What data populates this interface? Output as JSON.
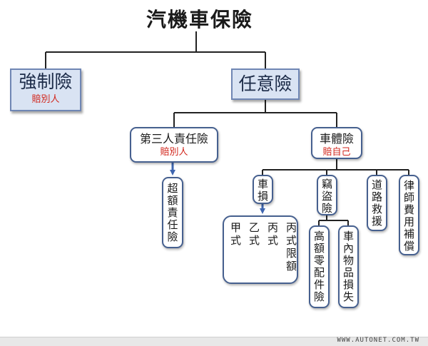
{
  "title": "汽機車保險",
  "compulsory": {
    "label": "強制險",
    "sub": "賠別人"
  },
  "voluntary": {
    "label": "任意險"
  },
  "third_party": {
    "label": "第三人責任險",
    "sub": "賠別人"
  },
  "excess": {
    "label": "超額責任險"
  },
  "body_ins": {
    "label": "車體險",
    "sub": "賠自己"
  },
  "damage": {
    "label": "車損"
  },
  "damage_types": [
    "甲式",
    "乙式",
    "丙式",
    "丙式限額"
  ],
  "theft": {
    "label": "竊盜險"
  },
  "theft_high": {
    "label": "高額零配件險"
  },
  "theft_items": {
    "label": "車內物品損失"
  },
  "roadside": {
    "label": "道路救援"
  },
  "legal": {
    "label": "律師費用補償"
  },
  "footer": "WWW.AUTONET.COM.TW",
  "colors": {
    "top_fill": "#d9e3f3",
    "top_border": "#6f86b4",
    "box_border": "#46608f",
    "red_text": "#d2261c",
    "arrow": "#3f66b0"
  }
}
